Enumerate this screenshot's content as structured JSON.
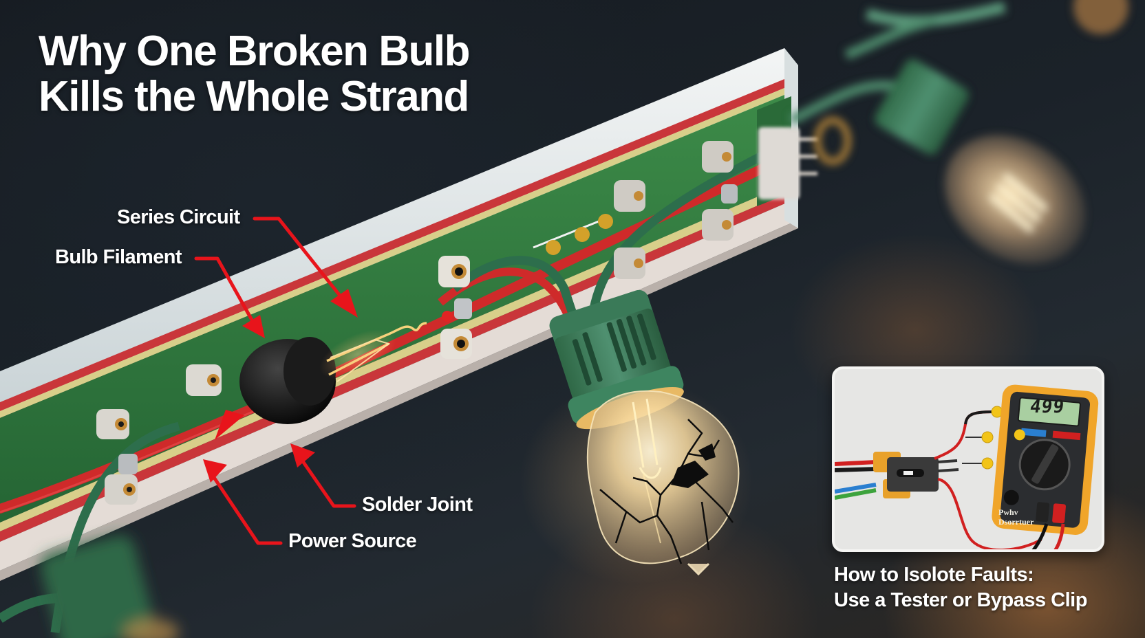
{
  "title": {
    "line1": "Why One Broken Bulb",
    "line2": "Kills the Whole Strand"
  },
  "callouts": [
    {
      "id": "series-circuit",
      "label": "Series Circuit"
    },
    {
      "id": "bulb-filament",
      "label": "Bulb Filament"
    },
    {
      "id": "solder-joint",
      "label": "Solder Joint"
    },
    {
      "id": "power-source",
      "label": "Power Source"
    }
  ],
  "inset": {
    "meter_reading": "499",
    "meter_brand_line1": "Pwhv",
    "meter_brand_line2": "Dsorrtuer"
  },
  "caption": {
    "line1": "How to Isolote Faults:",
    "line2": "Use a Tester or Bypass Clip"
  },
  "colors": {
    "background": "#14181d",
    "arrow_red": "#e8141b",
    "board_green": "#2f7a3e",
    "board_frame": "#e9ecec",
    "stripe_red": "#c9363a",
    "stripe_yellow": "#d8cf8a",
    "wire_green": "#2d6e4c",
    "wire_red": "#cf2a2a",
    "meter_body": "#f0a52a",
    "lcd": "#a9cfa1",
    "text": "#ffffff"
  }
}
